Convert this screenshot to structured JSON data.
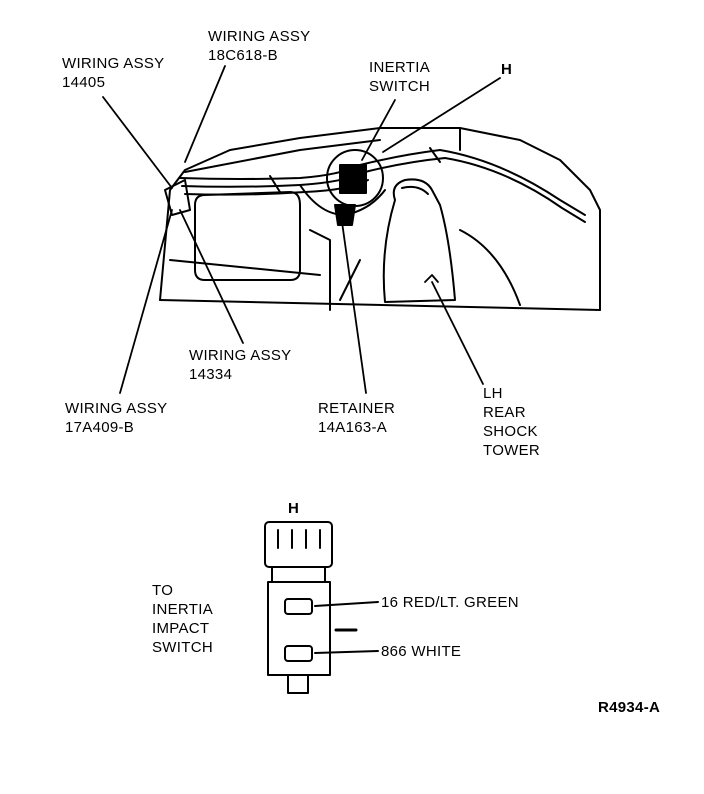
{
  "callouts": {
    "wiring_14405": {
      "line1": "WIRING ASSY",
      "line2": "14405"
    },
    "wiring_18c618": {
      "line1": "WIRING ASSY",
      "line2": "18C618-B"
    },
    "inertia_switch": {
      "line1": "INERTIA",
      "line2": "SWITCH"
    },
    "detail_h_top": "H",
    "wiring_14334": {
      "line1": "WIRING ASSY",
      "line2": "14334"
    },
    "wiring_17a409": {
      "line1": "WIRING ASSY",
      "line2": "17A409-B"
    },
    "retainer": {
      "line1": "RETAINER",
      "line2": "14A163-A"
    },
    "shock_tower": {
      "line1": "LH",
      "line2": "REAR",
      "line3": "SHOCK",
      "line4": "TOWER"
    }
  },
  "detail": {
    "title": "H",
    "to_label": {
      "line1": "TO",
      "line2": "INERTIA",
      "line3": "IMPACT",
      "line4": "SWITCH"
    },
    "wire1": "16 RED/LT. GREEN",
    "wire2": "866 WHITE"
  },
  "figure_id": "R4934-A",
  "colors": {
    "ink": "#000000",
    "paper": "#ffffff"
  }
}
